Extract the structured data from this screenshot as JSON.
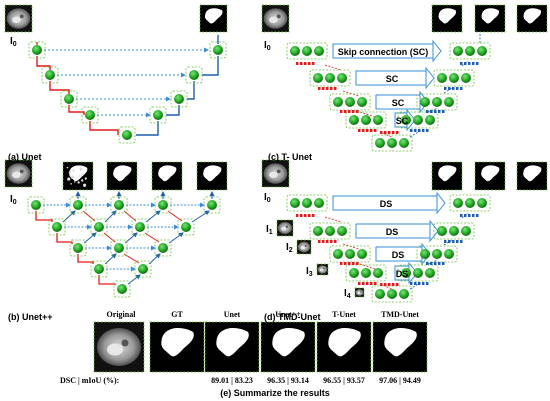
{
  "panels": {
    "a": {
      "caption": "(a) Unet",
      "input_label": "I",
      "input_sub": "0"
    },
    "b": {
      "caption": "(b) Unet++",
      "input_label": "I",
      "input_sub": "0"
    },
    "c": {
      "caption": "(c) T- Unet",
      "input_label": "I",
      "input_sub": "0",
      "skip_label": "Skip connection (SC)",
      "sc_label": "SC"
    },
    "d": {
      "caption": "(d) TMD-Unet",
      "ds_label": "DS",
      "inputs": [
        {
          "label": "I",
          "sub": "0"
        },
        {
          "label": "I",
          "sub": "1"
        },
        {
          "label": "I",
          "sub": "2"
        },
        {
          "label": "I",
          "sub": "3"
        },
        {
          "label": "I",
          "sub": "4"
        }
      ]
    }
  },
  "results": {
    "columns": [
      "Original",
      "GT",
      "Unet",
      "Unet++",
      "T-Unet",
      "TMD-Unet"
    ],
    "row_label": "DSC | mIoU (%):",
    "scores": [
      {
        "model": "Unet",
        "text": "89.01 | 83.23",
        "highlight": false
      },
      {
        "model": "Unet++",
        "text": "96.35 | 93.14",
        "highlight": false
      },
      {
        "model": "T-Unet",
        "text": "96.55 | 93.57",
        "highlight": false
      },
      {
        "model": "TMD-Unet",
        "text": "97.06 | 94.49",
        "highlight": true
      }
    ],
    "caption": "(e) Summarize the results"
  },
  "colors": {
    "node": "#2db52d",
    "box_border": "#6cbf3c",
    "encoder": "#e41a1c",
    "decoder": "#1f5fae",
    "skip": "#3a8fd8",
    "highlight": "#e41a1c"
  }
}
